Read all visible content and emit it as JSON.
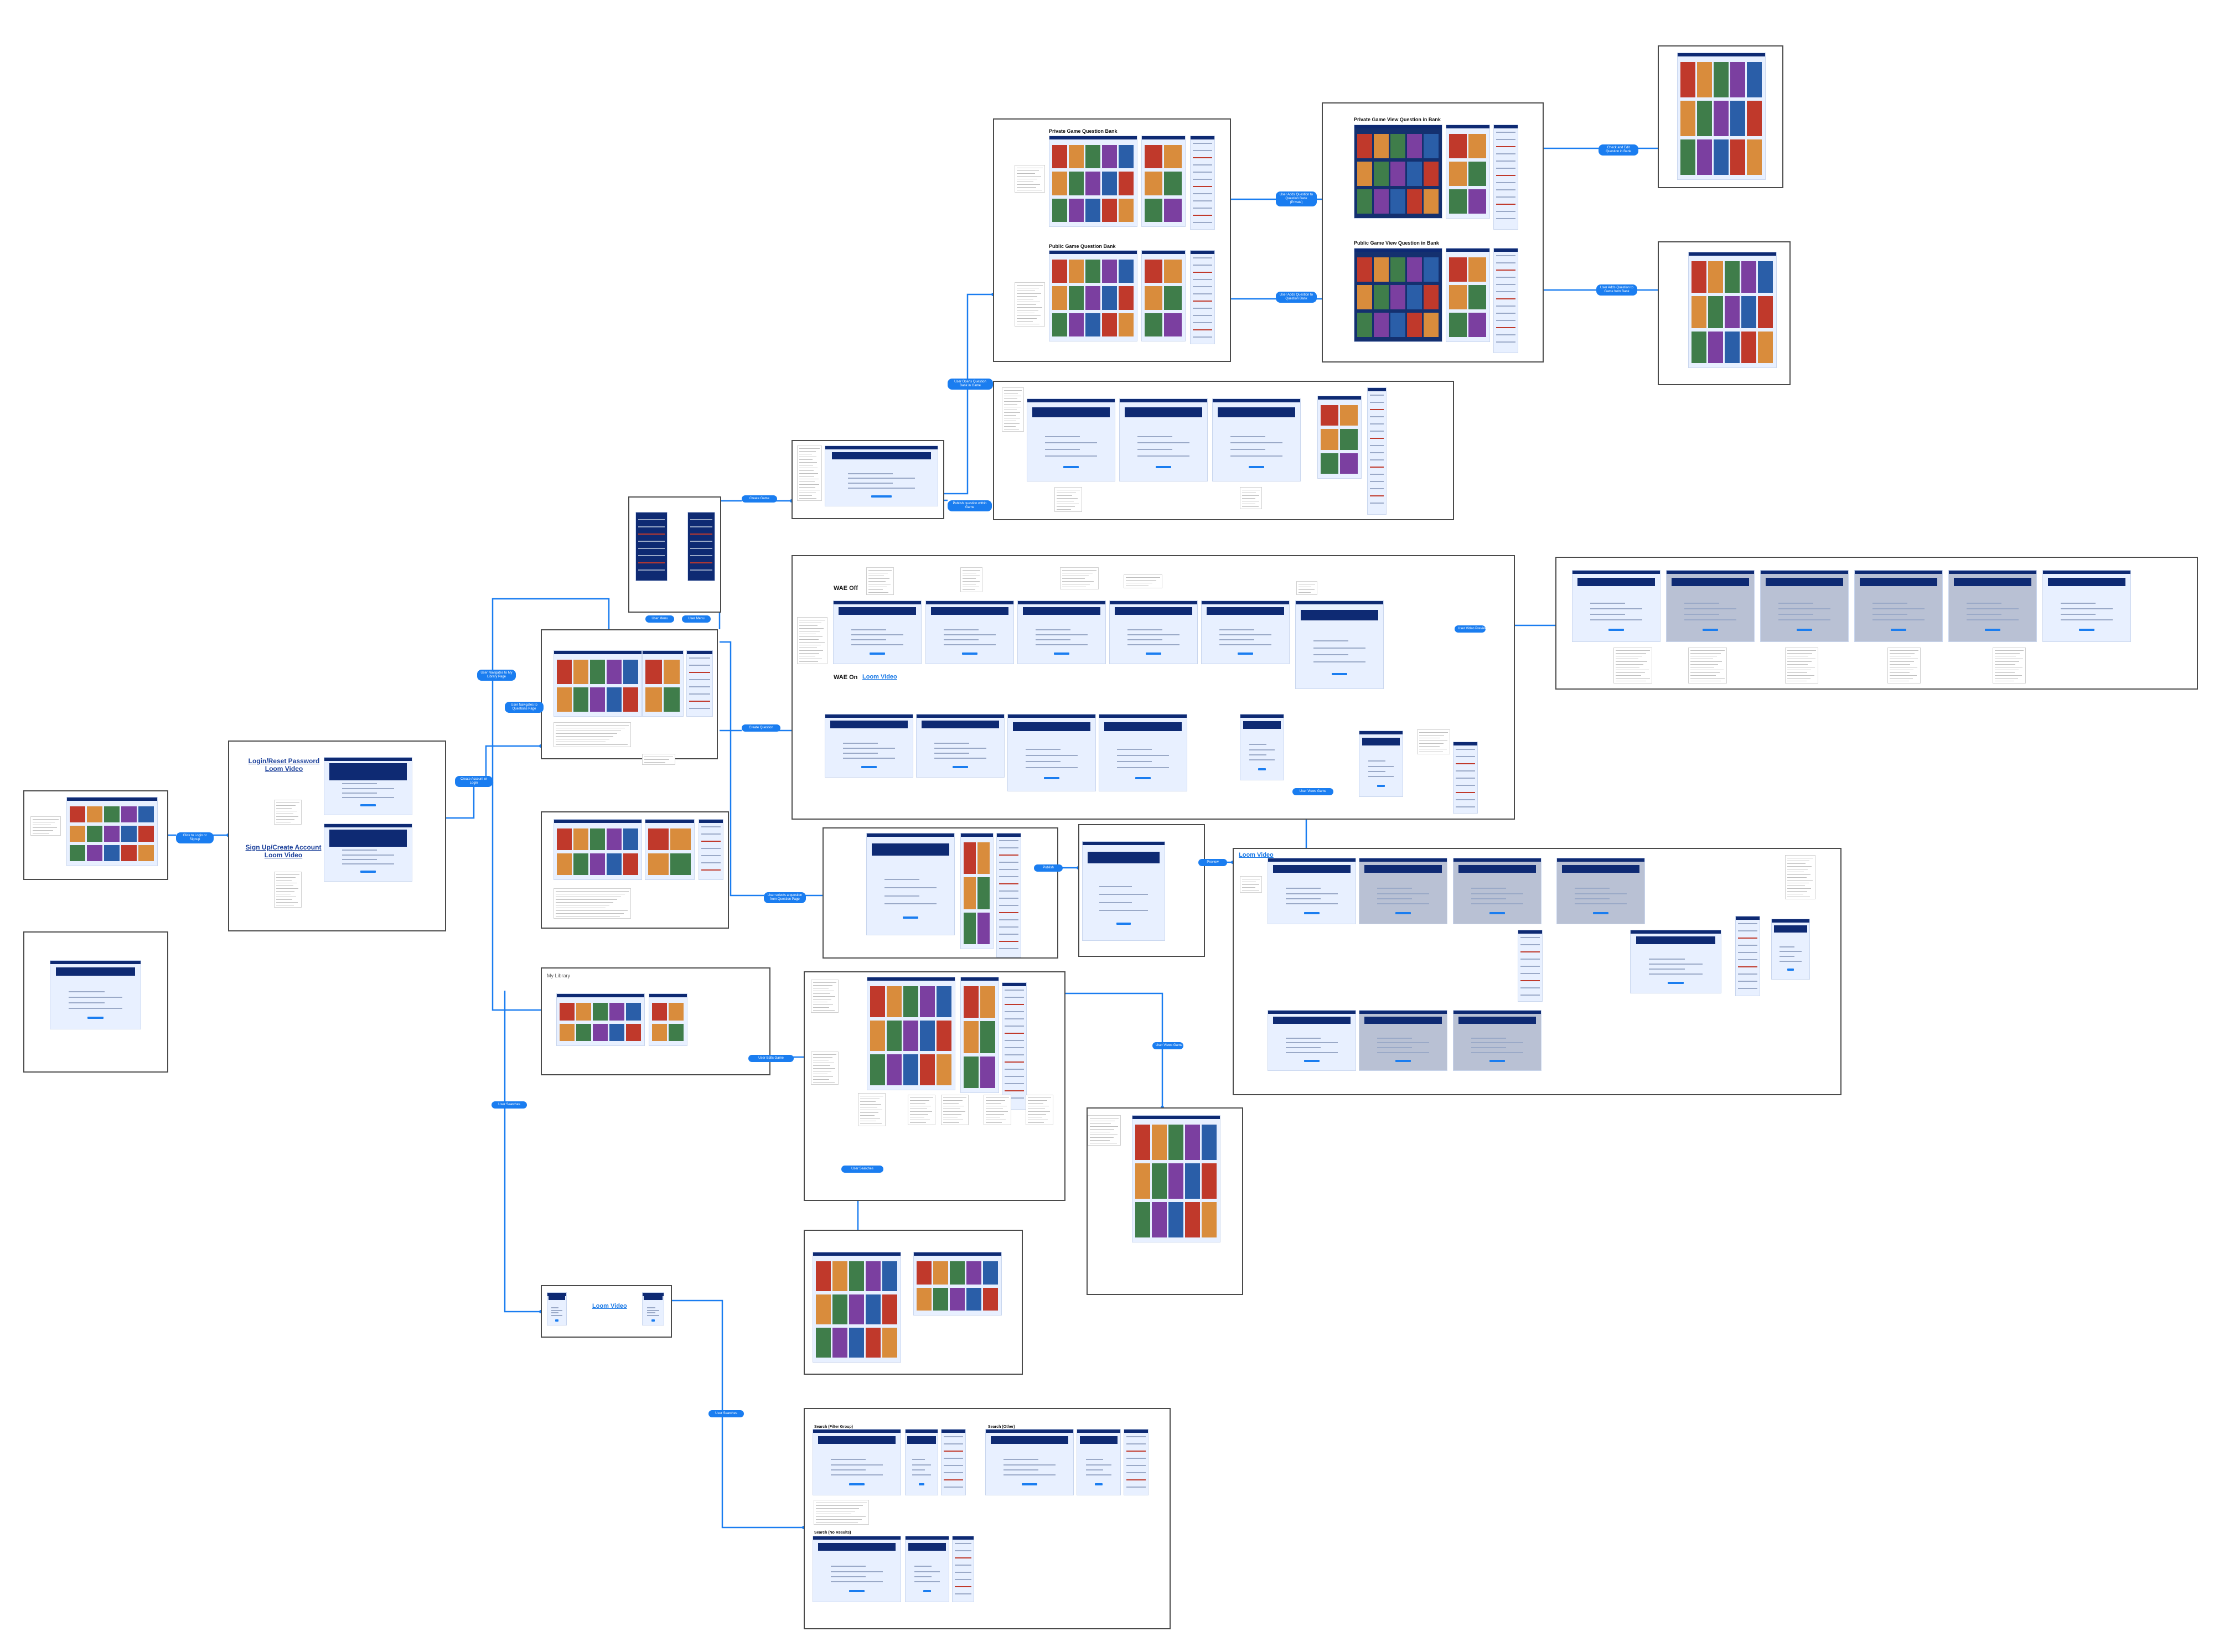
{
  "colors": {
    "connector": "#1a7df0",
    "nav": "#0e2a73",
    "frame_border": "#4a4a4a",
    "screen_bg": "#e8f0ff",
    "accent_tile": "#c0392b"
  },
  "titles": {
    "login_reset": "Login/Reset Password",
    "login_loom": "Loom Video",
    "signup": "Sign Up/Create Account",
    "signup_loom": "Loom Video",
    "private_bank": "Private Game Question Bank",
    "public_bank": "Public Game Question Bank",
    "private_view": "Private Game View Question in Bank",
    "public_view": "Public Game View Question in Bank",
    "wae_off": "WAE Off",
    "wae_on": "WAE On",
    "wae_on_loom": "Loom Video",
    "loom_video_right": "Loom Video",
    "loom_video_bottom": "Loom Video",
    "my_library": "My Library",
    "search_filter": "Search (Filter Group)",
    "search_other": "Search (Other)",
    "search_no_results": "Search (No Results)"
  },
  "labels": {
    "click_login": "Click to Login or Signup",
    "create_account": "Create Account or Login",
    "user_navigates_library": "User Navigates to My Library Page",
    "user_navigates_questions": "User Navigates to Questions Page",
    "user_menu_a": "User Menu",
    "user_menu_b": "User Menu",
    "user_opens_bank": "User Opens Question Bank in Game",
    "create_game": "Create Game",
    "publish_question": "Publish question within Game",
    "create_question": "Create Question",
    "user_adds_to_bank": "User Adds Question to Question Bank",
    "user_adds_private": "User Adds Question to Question Bank (Private)",
    "check_edit": "Check and Edit Question in Bank",
    "user_adds_public": "User Adds Question to Game from Bank",
    "user_selects_question": "User selects a question from Question Page",
    "publish": "Publish",
    "preview": "Preview",
    "user_preview": "User Video Preview",
    "user_views_game": "User Views Game",
    "user_views_game2": "User Views Game",
    "user_searches": "User Searches",
    "user_edits": "User Edits Game",
    "user_searches2": "User Searches"
  }
}
